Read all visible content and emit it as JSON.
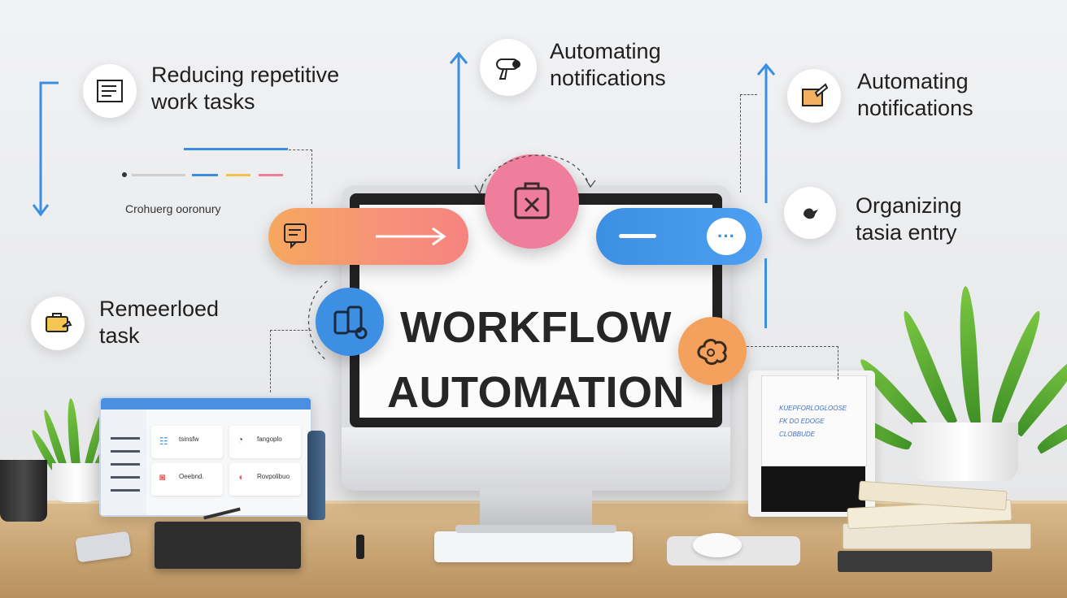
{
  "labels": {
    "top_left": "Reducing repetitive\nwork tasks",
    "top_center": "Automating\nnotifications",
    "top_right": "Automating\nnotifications",
    "mid_right": "Organizing\ntasia entry",
    "mid_left": "Remeerloed\ntask",
    "small_caption": "Crohuerg ooronury"
  },
  "screen": {
    "line1": "WORKFLOW",
    "line2": "AUTOMATION"
  },
  "laptop": {
    "cards": [
      "tsinsfw",
      "fangoplo",
      "Oeebnd.",
      "Rovpolibuo"
    ]
  },
  "notepad": {
    "lines": [
      "KUEPFORLOGLOOSE",
      "FK DO EDOGE",
      "CLOBBUDE"
    ]
  },
  "colors": {
    "accent_blue": "#3a8fe0",
    "accent_orange": "#f6a85e",
    "accent_pink": "#ef7d9c",
    "accent_peach": "#f5a15e"
  },
  "icons": {
    "top_left": "document-icon",
    "top_center": "hairdryer-icon",
    "top_right": "folder-edit-icon",
    "mid_right": "bird-icon",
    "mid_left": "briefcase-icon",
    "pill_left": "chat-icon",
    "pill_right": "more-icon",
    "center_top": "package-icon",
    "center_left": "apps-icon",
    "center_right": "brain-icon"
  }
}
